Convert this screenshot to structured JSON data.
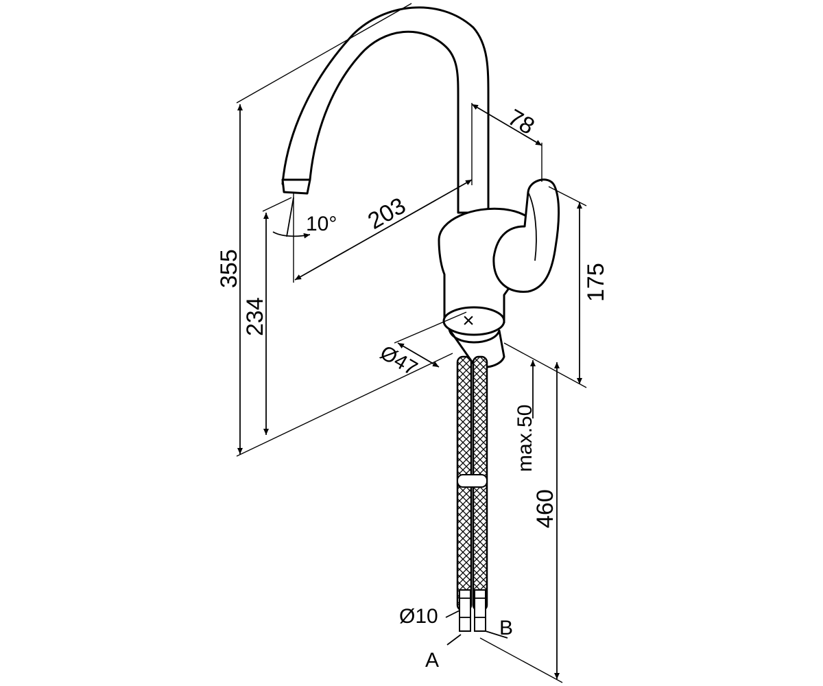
{
  "dimensions": {
    "height_total": "355",
    "height_outlet": "234",
    "reach": "203",
    "handle_offset": "78",
    "body_height": "175",
    "angle": "10°",
    "base_diameter": "Ø47",
    "deck_thickness": "max.50",
    "hose_length": "460",
    "hose_diameter": "Ø10"
  },
  "labels": {
    "hose_a": "A",
    "hose_b": "B"
  },
  "colors": {
    "line": "#000000",
    "background": "#ffffff"
  }
}
